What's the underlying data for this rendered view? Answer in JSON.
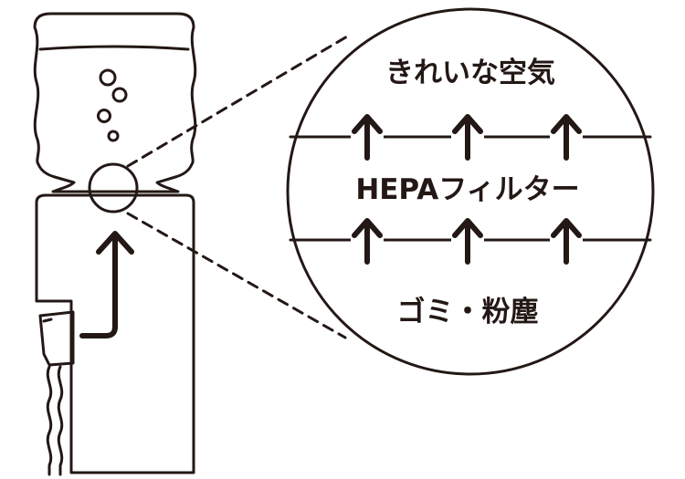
{
  "labels": {
    "clean_air": "きれいな空気",
    "filter": "HEPAフィルター",
    "dust": "ゴミ・粉塵"
  },
  "colors": {
    "stroke": "#231815",
    "background": "#ffffff"
  }
}
